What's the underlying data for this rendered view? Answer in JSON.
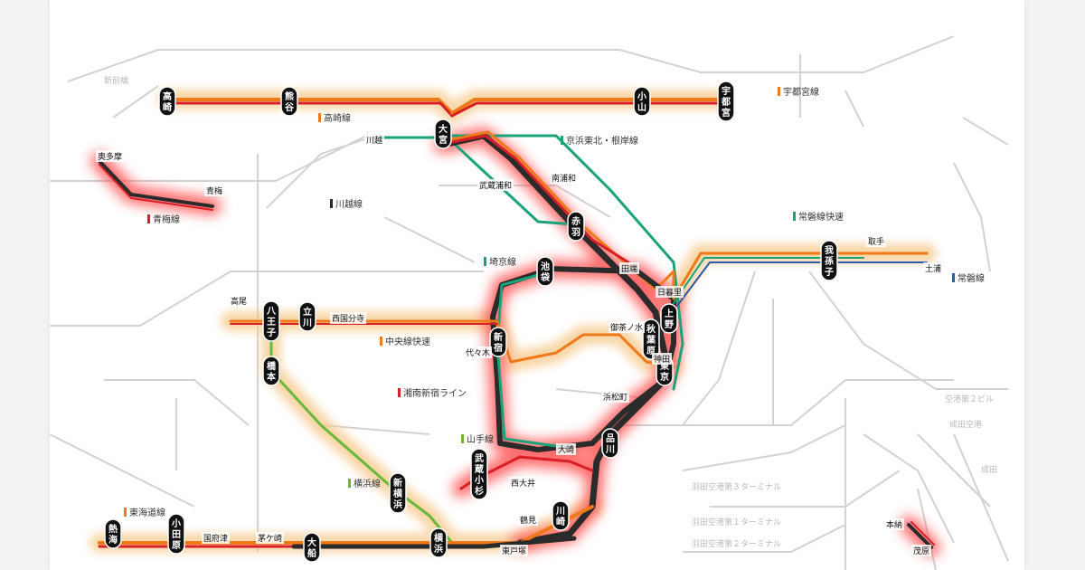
{
  "colors": {
    "orange": "#f07a1a",
    "red": "#d91f26",
    "black": "#2b2b2b",
    "green": "#1aa37a",
    "lime": "#6ab83a",
    "blue": "#2a5aa8",
    "halo_orange": "#f6c98a",
    "halo_red": "#ff4a4a"
  },
  "legend": {
    "utsunomiya": "宇都宮線",
    "takasaki": "高崎線",
    "keihin": "京浜東北・根岸線",
    "kawagoe": "川越線",
    "joban_rapid": "常磐線快速",
    "saikyo": "埼京線",
    "joban": "常磐線",
    "chuo_rapid": "中央線快速",
    "shonan": "湘南新宿ライン",
    "yamanote": "山手線",
    "yokohama": "横浜線",
    "tokaido": "東海道線",
    "ome": "青梅線"
  },
  "stations": {
    "takasaki": "高崎",
    "kumagaya": "熊谷",
    "omiya": "大宮",
    "oyama": "小山",
    "utsunomiya": "宇都宮",
    "kawagoe": "川越",
    "minami_urawa": "南浦和",
    "musashi_urawa": "武蔵浦和",
    "akabane": "赤羽",
    "ikebukuro": "池袋",
    "tabata": "田端",
    "nippori": "日暮里",
    "ueno": "上野",
    "akihabara": "秋葉原",
    "kanda": "神田",
    "tokyo": "東京",
    "ochanomizu": "御茶ノ水",
    "shinjuku": "新宿",
    "yoyogi": "代々木",
    "hamamatsucho": "浜松町",
    "shinagawa": "品川",
    "osaki": "大崎",
    "nishi_oi": "西大井",
    "musashi_kosugi": "武蔵小杉",
    "tsurumi": "鶴見",
    "kawasaki": "川崎",
    "yokohama": "横浜",
    "shin_yokohama": "新横浜",
    "hashimoto": "橋本",
    "hachioji": "八王子",
    "takao": "高尾",
    "tachikawa": "立川",
    "nishi_kokubunji": "西国分寺",
    "toride": "取手",
    "abiko": "我孫子",
    "tsuchiura": "土浦",
    "atami": "熱海",
    "odawara": "小田原",
    "kozu": "国府津",
    "chigasaki": "茅ケ崎",
    "ofuna": "大船",
    "totsuka": "東戸塚",
    "oku_tama": "奥多摩",
    "ome": "青梅",
    "honno": "本納",
    "mobara": "茂原"
  },
  "ghost_labels": {
    "a": "新前橋",
    "b": "成田空港",
    "c": "空港第２ビル",
    "d": "成田",
    "e": "羽田空港第３ターミナル",
    "f": "羽田空港第１ターミナル",
    "g": "羽田空港第２ターミナル"
  }
}
